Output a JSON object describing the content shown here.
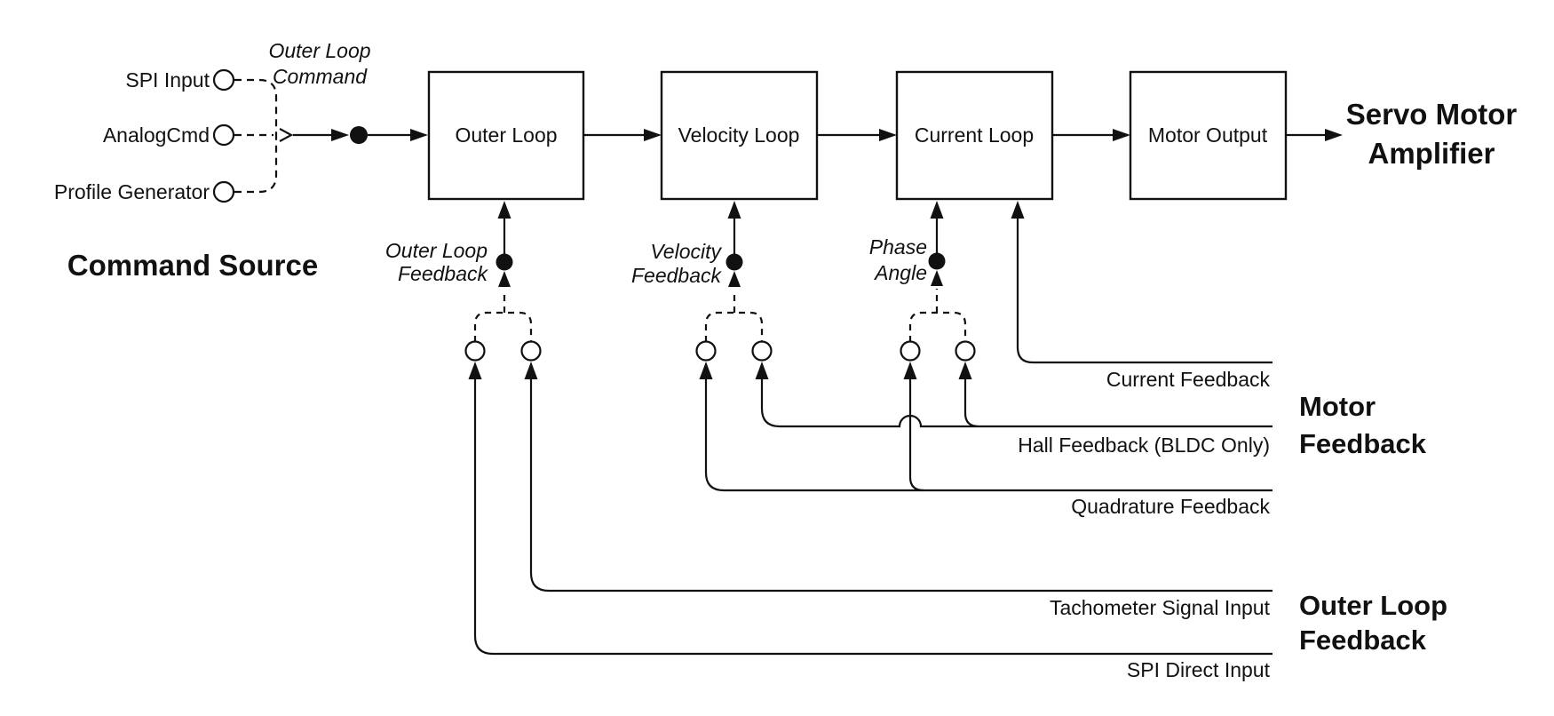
{
  "diagram": {
    "command_source": {
      "title": "Command Source",
      "inputs": [
        "SPI Input",
        "AnalogCmd",
        "Profile Generator"
      ],
      "command_label": [
        "Outer Loop",
        "Command"
      ]
    },
    "blocks": [
      "Outer Loop",
      "Velocity Loop",
      "Current Loop",
      "Motor Output"
    ],
    "output_label": [
      "Servo Motor",
      "Amplifier"
    ],
    "selectors": [
      [
        "Outer Loop",
        "Feedback"
      ],
      [
        "Velocity",
        "Feedback"
      ],
      [
        "Phase",
        "Angle"
      ]
    ],
    "signals": [
      "Current Feedback",
      "Hall Feedback (BLDC Only)",
      "Quadrature Feedback",
      "Tachometer Signal Input",
      "SPI Direct Input"
    ],
    "sections": {
      "motor_feedback": [
        "Motor",
        "Feedback"
      ],
      "outer_loop_feedback": [
        "Outer Loop",
        "Feedback"
      ]
    },
    "colors": {
      "ink": "#111111",
      "bg": "#ffffff"
    }
  }
}
